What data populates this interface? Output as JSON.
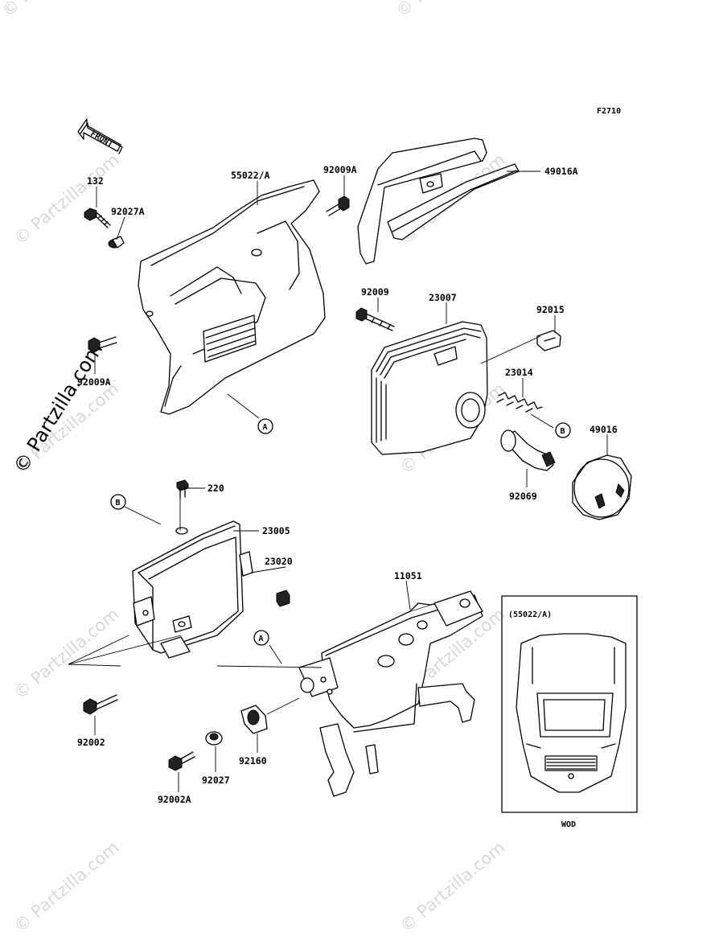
{
  "figure_code": "F2710",
  "front_label": "FRONT",
  "watermark_text": "© Partzilla.com",
  "inset": {
    "title": "(55022/A)",
    "caption": "WOD"
  },
  "callouts": {
    "A": "A",
    "B": "B"
  },
  "part_labels": {
    "p132": "132",
    "p92027A": "92027A",
    "p55022A": "55022/A",
    "p92009A_top": "92009A",
    "p49016A": "49016A",
    "p92009A_left": "92009A",
    "p92009": "92009",
    "p23007": "23007",
    "p92015": "92015",
    "p23014": "23014",
    "p49016": "49016",
    "p92069": "92069",
    "p220": "220",
    "p23005": "23005",
    "p23020": "23020",
    "p11051": "11051",
    "p92002": "92002",
    "p92027": "92027",
    "p92160": "92160",
    "p92002A": "92002A"
  }
}
